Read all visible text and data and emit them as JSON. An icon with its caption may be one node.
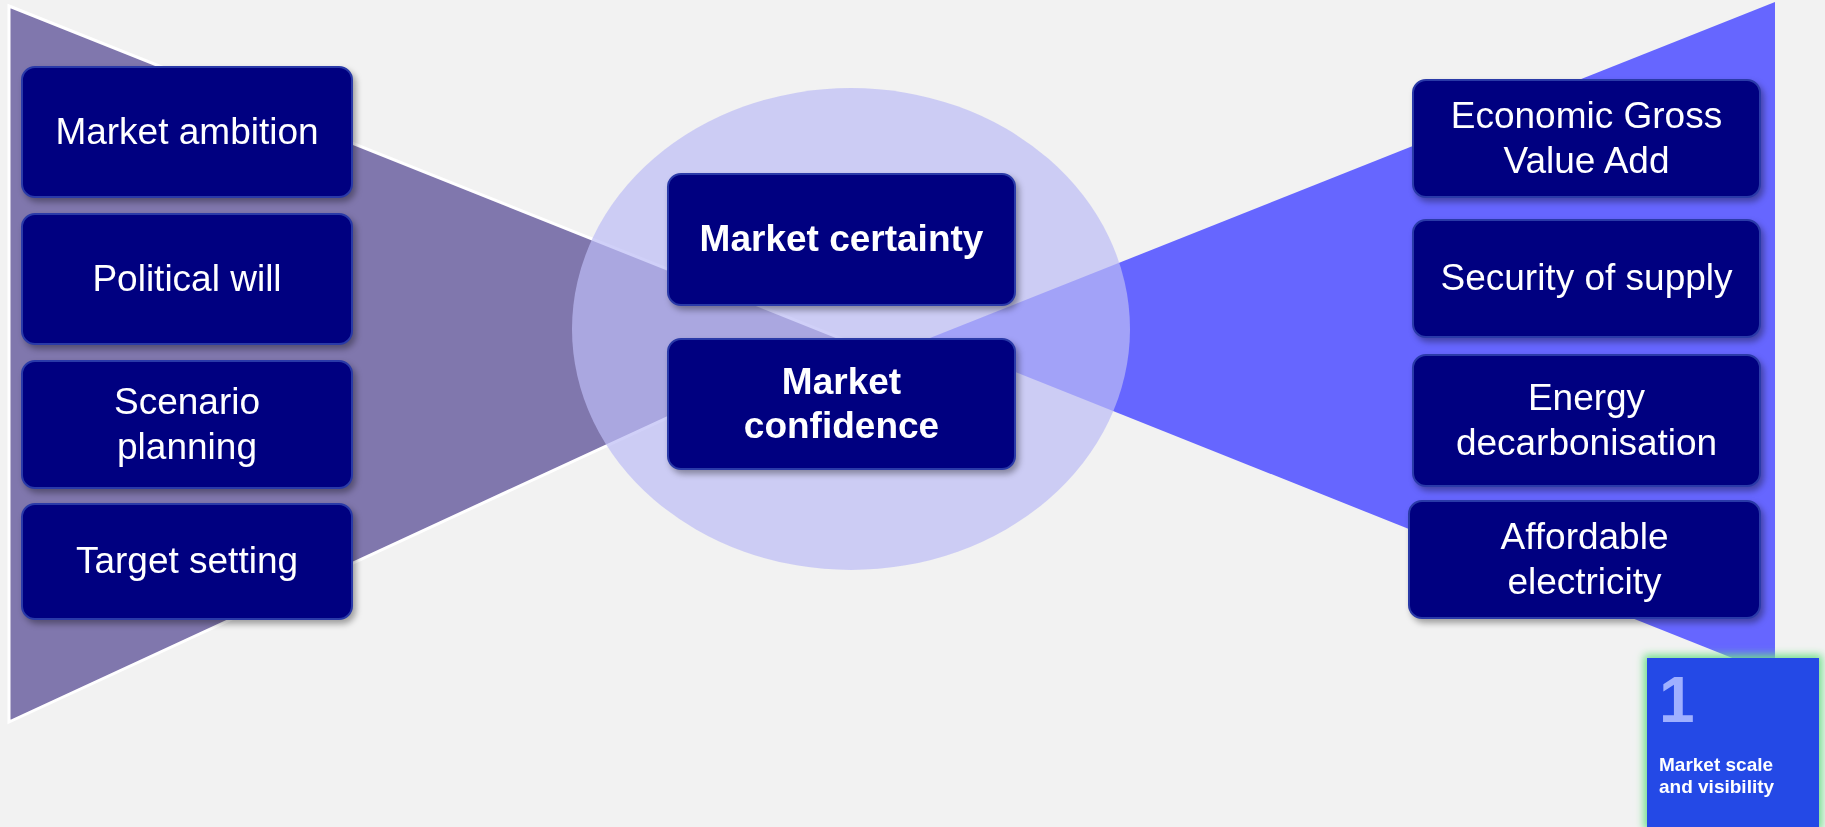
{
  "diagram": {
    "nodes": [
      {
        "text": [
          "Market ambition"
        ]
      },
      {
        "text": [
          "Political will"
        ]
      },
      {
        "text": [
          "Scenario planning"
        ]
      },
      {
        "text": [
          "Target setting"
        ]
      },
      {
        "text": [
          "Market certainty"
        ]
      },
      {
        "text": [
          "Market confidence"
        ]
      },
      {
        "text": [
          "Economic Gross Value Add"
        ]
      },
      {
        "text": [
          "Security of supply"
        ]
      },
      {
        "text": [
          "Energy decarbonisation"
        ]
      },
      {
        "text": [
          "Affordable electricity"
        ]
      },
      {
        "text": [
          "1",
          "Market scale and visibility"
        ]
      }
    ],
    "edges": []
  }
}
